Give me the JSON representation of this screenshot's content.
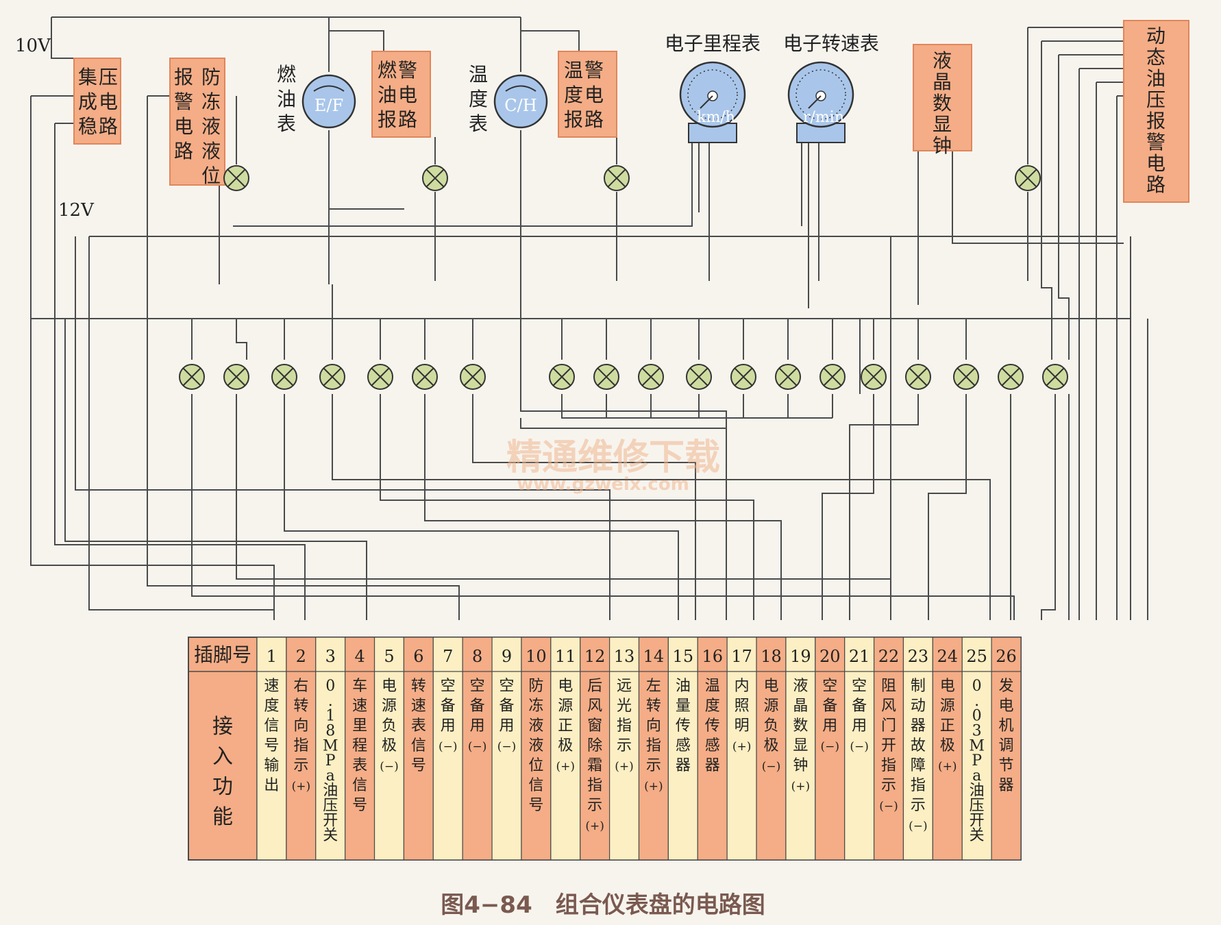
{
  "voltages": {
    "v10": "10V",
    "v12": "12V"
  },
  "modules": {
    "regulator": "集成稳压电路",
    "antifreeze_alarm": [
      "报警电路",
      "防冻液液位"
    ],
    "fuel_alarm": "燃油报警电路",
    "temp_alarm": "温度报警电路",
    "lcd_clock": "液晶数显钟",
    "dynamic_oil_alarm": "动态油压报警电路"
  },
  "gauges": {
    "fuel": {
      "label": "燃油表",
      "face": "E/F"
    },
    "temp": {
      "label": "温度表",
      "face": "C/H"
    },
    "odometer": {
      "label": "电子里程表",
      "face": "km/h"
    },
    "tachometer": {
      "label": "电子转速表",
      "face": "r/min"
    }
  },
  "connector": {
    "pin_header": "插脚号",
    "function_header": "接入功能",
    "pins": [
      {
        "n": "1",
        "f": "速度信号输出"
      },
      {
        "n": "2",
        "f": "右转向指示(+)"
      },
      {
        "n": "3",
        "f": "0.18MPa油压开关"
      },
      {
        "n": "4",
        "f": "车速里程表信号"
      },
      {
        "n": "5",
        "f": "电源负极(−)"
      },
      {
        "n": "6",
        "f": "转速表信号"
      },
      {
        "n": "7",
        "f": "空(备用)(−)"
      },
      {
        "n": "8",
        "f": "空(备用)(−)"
      },
      {
        "n": "9",
        "f": "空(备用)(−)"
      },
      {
        "n": "10",
        "f": "防冻液液位信号"
      },
      {
        "n": "11",
        "f": "电源正极(+)"
      },
      {
        "n": "12",
        "f": "后风窗除霜指示(+)"
      },
      {
        "n": "13",
        "f": "远光指示(+)"
      },
      {
        "n": "14",
        "f": "左转向指示(+)"
      },
      {
        "n": "15",
        "f": "油量传感器"
      },
      {
        "n": "16",
        "f": "温度传感器"
      },
      {
        "n": "17",
        "f": "内照明(+)"
      },
      {
        "n": "18",
        "f": "电源负极(−)"
      },
      {
        "n": "19",
        "f": "液晶数显钟(+)"
      },
      {
        "n": "20",
        "f": "空(备用)(−)"
      },
      {
        "n": "21",
        "f": "空(备用)(−)"
      },
      {
        "n": "22",
        "f": "阻风门开指示(−)"
      },
      {
        "n": "23",
        "f": "制动器故障指示(−)"
      },
      {
        "n": "24",
        "f": "电源正极(+)"
      },
      {
        "n": "25",
        "f": "0.03MPa油压开关"
      },
      {
        "n": "26",
        "f": "发电机调节器"
      }
    ]
  },
  "watermark": {
    "title": "精通维修下载",
    "url": "www.gzweix.com"
  },
  "caption": "图4−84　组合仪表盘的电路图",
  "colors": {
    "module_fill": "#f4ad86",
    "module_stroke": "#e0865a",
    "pin_alt_fill": "#fbefc3",
    "gauge_fill": "#a9c6ea",
    "lamp_fill": "#cfdca0",
    "wire": "#4a4a4a",
    "caption": "#7a5a50"
  }
}
